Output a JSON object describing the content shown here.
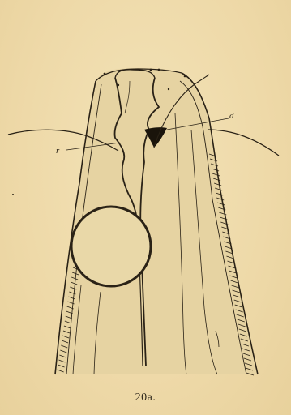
{
  "figure": {
    "caption": "20a.",
    "labels": {
      "d": "d",
      "r": "r"
    },
    "colors": {
      "paper": "#efdcae",
      "ink": "#2a2216",
      "body_fill": "#e4cf9c"
    }
  }
}
